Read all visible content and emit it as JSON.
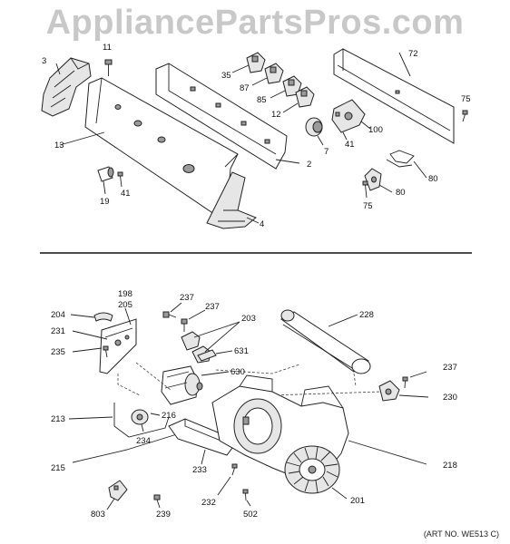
{
  "watermark": "AppliancePartsPros.com",
  "art_number": "(ART NO. WE513 C)",
  "callouts": {
    "c3": "3",
    "c11": "11",
    "c13": "13",
    "c19": "19",
    "c41a": "41",
    "c35": "35",
    "c87": "87",
    "c85": "85",
    "c12": "12",
    "c2": "2",
    "c7": "7",
    "c41b": "41",
    "c100": "100",
    "c72": "72",
    "c75a": "75",
    "c80a": "80",
    "c80b": "80",
    "c75b": "75",
    "c4": "4",
    "c198": "198",
    "c205": "205",
    "c204": "204",
    "c231": "231",
    "c235": "235",
    "c237a": "237",
    "c237b": "237",
    "c203": "203",
    "c631": "631",
    "c630": "630",
    "c228": "228",
    "c237c": "237",
    "c230": "230",
    "c213": "213",
    "c216": "216",
    "c234": "234",
    "c215": "215",
    "c233": "233",
    "c218": "218",
    "c803": "803",
    "c239": "239",
    "c232": "232",
    "c502": "502",
    "c201": "201"
  }
}
